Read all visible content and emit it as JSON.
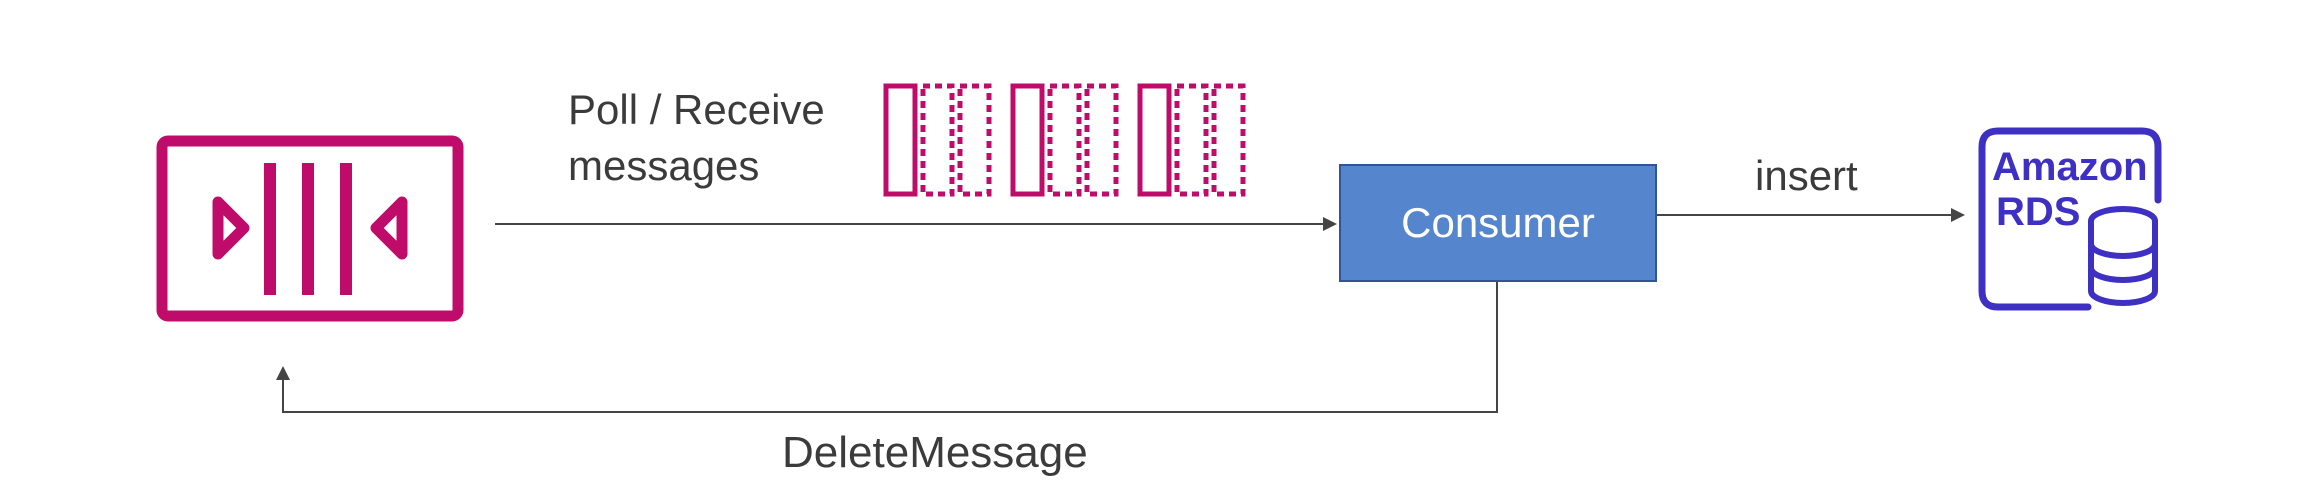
{
  "edges": {
    "poll_receive": {
      "line1": "Poll / Receive",
      "line2": "messages"
    },
    "insert": "insert",
    "delete_message": "DeleteMessage"
  },
  "nodes": {
    "queue": {
      "icon": "sqs-queue-icon"
    },
    "consumer": {
      "label": "Consumer"
    },
    "rds": {
      "line1": "Amazon",
      "line2": "RDS",
      "icon": "rds-database-icon"
    }
  },
  "messages": [
    {
      "style": "solid"
    },
    {
      "style": "dashed"
    },
    {
      "style": "dashed"
    },
    {
      "style": "solid"
    },
    {
      "style": "dashed"
    },
    {
      "style": "dashed"
    },
    {
      "style": "solid"
    },
    {
      "style": "dashed"
    },
    {
      "style": "dashed"
    }
  ],
  "colors": {
    "queue": "#bf0c6b",
    "consumer_fill": "#5585cc",
    "consumer_border": "#2f5597",
    "rds": "#3f30c4",
    "arrow": "#444444",
    "text": "#3b3b3b"
  }
}
